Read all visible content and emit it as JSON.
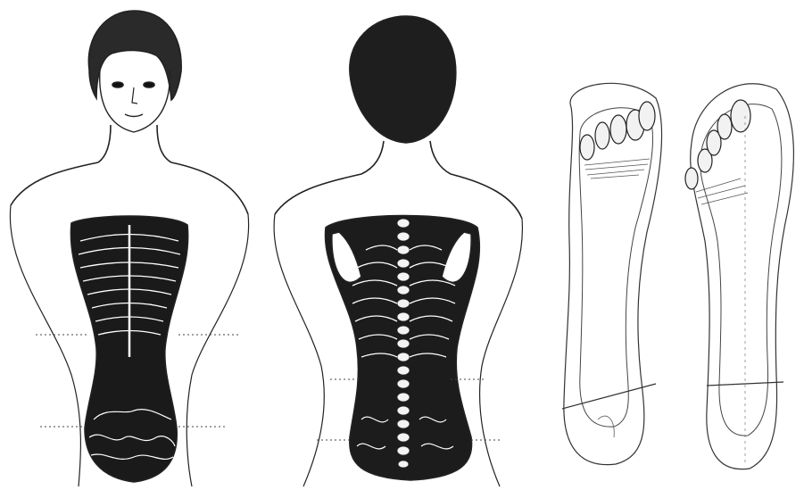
{
  "colors": {
    "ink": "#111111",
    "paper": "#ffffff",
    "line": "#222222",
    "light_line": "#555555"
  },
  "panels": [
    {
      "name": "front-view",
      "label": ""
    },
    {
      "name": "back-view",
      "label": ""
    },
    {
      "name": "foot-soles",
      "label": ""
    }
  ]
}
